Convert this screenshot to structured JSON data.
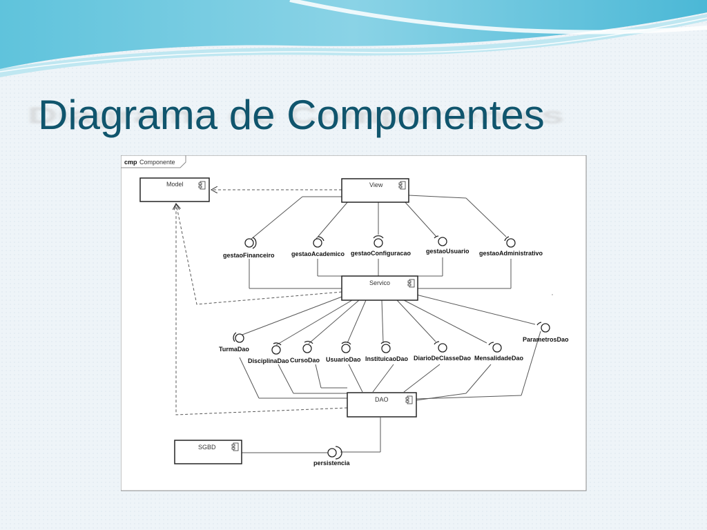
{
  "slide": {
    "title": "Diagrama de Componentes"
  },
  "colors": {
    "title": "#10556d",
    "wave_dark": "#5fc3dc",
    "wave_light": "#bfe7f1"
  },
  "diagram": {
    "frame": {
      "keyword": "cmp",
      "name": "Componente"
    },
    "components": {
      "model": "Model",
      "view": "View",
      "servico": "Servico",
      "dao": "DAO",
      "sgbd": "SGBD"
    },
    "service_interfaces": [
      "gestaoFinanceiro",
      "gestaoAcademico",
      "gestaoConfiguracao",
      "gestaoUsuario",
      "gestaoAdministrativo"
    ],
    "dao_interfaces": [
      "TurmaDao",
      "DisciplinaDao",
      "CursoDao",
      "UsuarioDao",
      "InstituicaoDao",
      "DiarioDeClasseDao",
      "MensalidadeDao",
      "ParametrosDao"
    ],
    "persistence_interface": "persistencia"
  }
}
